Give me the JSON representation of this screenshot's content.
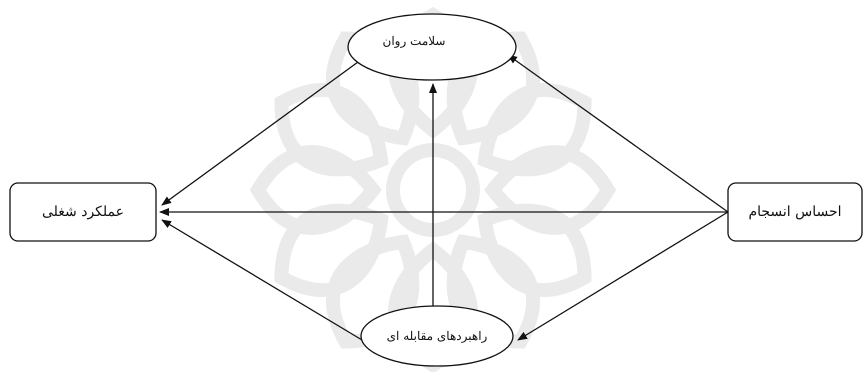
{
  "nodes": {
    "mental_health": "سلامت روان",
    "job_performance": "عملکرد شغلی",
    "sense_of_coherence": "احساس انسجام",
    "coping_strategies": "راهبردهای مقابله ای"
  },
  "edges": [
    {
      "from": "sense_of_coherence",
      "to": "mental_health"
    },
    {
      "from": "sense_of_coherence",
      "to": "job_performance"
    },
    {
      "from": "sense_of_coherence",
      "to": "coping_strategies"
    },
    {
      "from": "mental_health",
      "to": "job_performance"
    },
    {
      "from": "coping_strategies",
      "to": "job_performance"
    },
    {
      "from": "coping_strategies",
      "to": "mental_health"
    }
  ],
  "colors": {
    "stroke": "#111111",
    "watermark": "#e6e6e6"
  },
  "watermark_icon": "rosette-watermark-icon"
}
